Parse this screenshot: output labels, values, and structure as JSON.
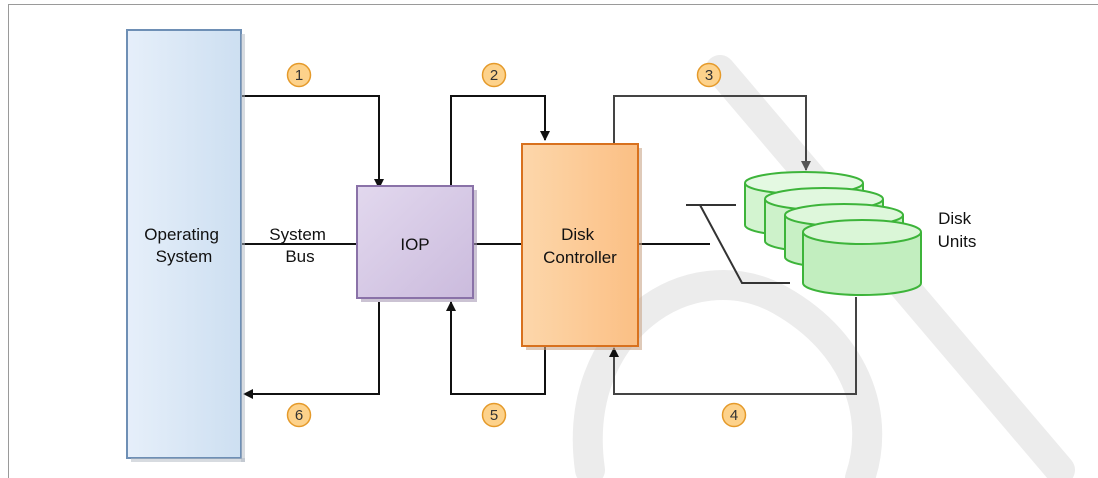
{
  "colors": {
    "os_fill": "#d4e4f3",
    "os_stroke": "#6e8fb5",
    "iop_fill": "#d4c6e2",
    "iop_stroke": "#8a72a8",
    "controller_fill": "#fcc995",
    "controller_stroke": "#d8711e",
    "disk_fill": "#c6f0c4",
    "disk_stroke": "#3db43a",
    "step_fill": "#fdd28b",
    "step_stroke": "#e59a2a",
    "line": "#111111",
    "watermark": "#ececec"
  },
  "nodes": {
    "operating_system": {
      "lines": [
        "Operating",
        "System"
      ]
    },
    "iop": {
      "label": "IOP"
    },
    "disk_controller": {
      "lines": [
        "Disk",
        "Controller"
      ]
    },
    "disk_units": {
      "lines": [
        "Disk",
        "Units"
      ]
    }
  },
  "bus": {
    "lines": [
      "System",
      "Bus"
    ]
  },
  "steps": [
    "1",
    "2",
    "3",
    "4",
    "5",
    "6"
  ]
}
